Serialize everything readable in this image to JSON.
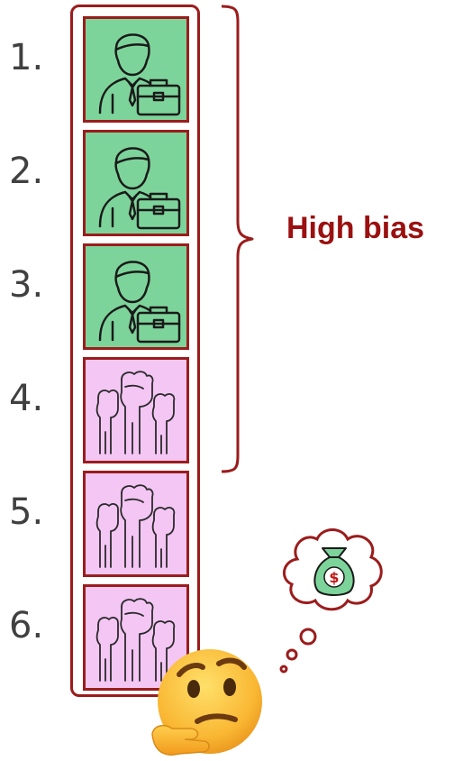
{
  "ranking": {
    "items": [
      {
        "number": "1.",
        "kind": "worker"
      },
      {
        "number": "2.",
        "kind": "worker"
      },
      {
        "number": "3.",
        "kind": "worker"
      },
      {
        "number": "4.",
        "kind": "protest"
      },
      {
        "number": "5.",
        "kind": "protest"
      },
      {
        "number": "6.",
        "kind": "protest"
      }
    ]
  },
  "bracket_label": "High bias",
  "colors": {
    "frame": "#9b1c1c",
    "worker_tile": "#7dd49a",
    "protest_tile": "#f4c6f4",
    "label": "#9b1010"
  },
  "icons": {
    "worker": "businessman-with-briefcase-icon",
    "protest": "raised-fists-icon",
    "thought": "money-bag-thought-bubble-icon",
    "emoji": "thinking-face-emoji"
  },
  "thought_symbol": "$"
}
